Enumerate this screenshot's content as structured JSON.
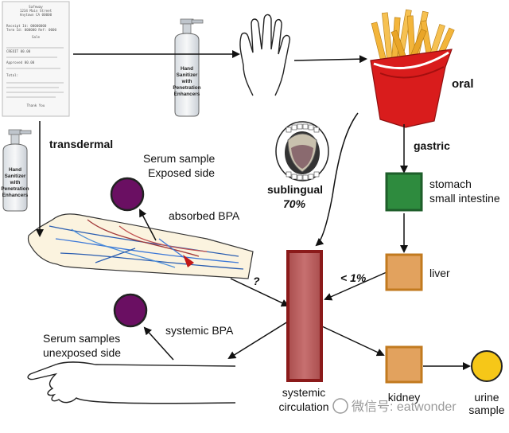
{
  "labels": {
    "oral": "oral",
    "transdermal": "transdermal",
    "gastric": "gastric",
    "sublingual": "sublingual",
    "sublingual_pct": "70%",
    "stomach_line1": "stomach",
    "stomach_line2": "small intestine",
    "liver": "liver",
    "liver_pct": "< 1%",
    "question": "?",
    "serum_exposed_line1": "Serum sample",
    "serum_exposed_line2": "Exposed side",
    "absorbed_bpa": "absorbed BPA",
    "systemic_bpa": "systemic BPA",
    "serum_unexposed_line1": "Serum samples",
    "serum_unexposed_line2": "unexposed side",
    "systemic_line1": "systemic",
    "systemic_line2": "circulation",
    "kidney": "kidney",
    "urine_line1": "urine",
    "urine_line2": "sample"
  },
  "bottle": {
    "line1": "Hand",
    "line2": "Sanitizer",
    "line3": "with",
    "line4": "Penetration",
    "line5": "Enhancers"
  },
  "receipt": {
    "lines": [
      "Safeway",
      "1234 Main Street",
      "Anytown CA 00000",
      "Sale",
      "Receipt Id: 00000000",
      "Term Id: 000000  Ref: 0000",
      "CREDIT  00.00",
      "Approved  00.00",
      "Total:",
      "Thank You"
    ]
  },
  "watermark": "微信号: eatwonder",
  "colors": {
    "stomach_fill": "#2e8b3e",
    "stomach_border": "#1e5e2a",
    "liver_fill": "#e2a25e",
    "liver_border": "#c27a1f",
    "kidney_fill": "#e2a25e",
    "systemic_fill": "#b85a5a",
    "systemic_border": "#8b1a1a",
    "serum_circle": "#6a0f62",
    "urine_circle": "#f6c718",
    "fries_box": "#d91c1c",
    "fries": "#f3b53b"
  }
}
